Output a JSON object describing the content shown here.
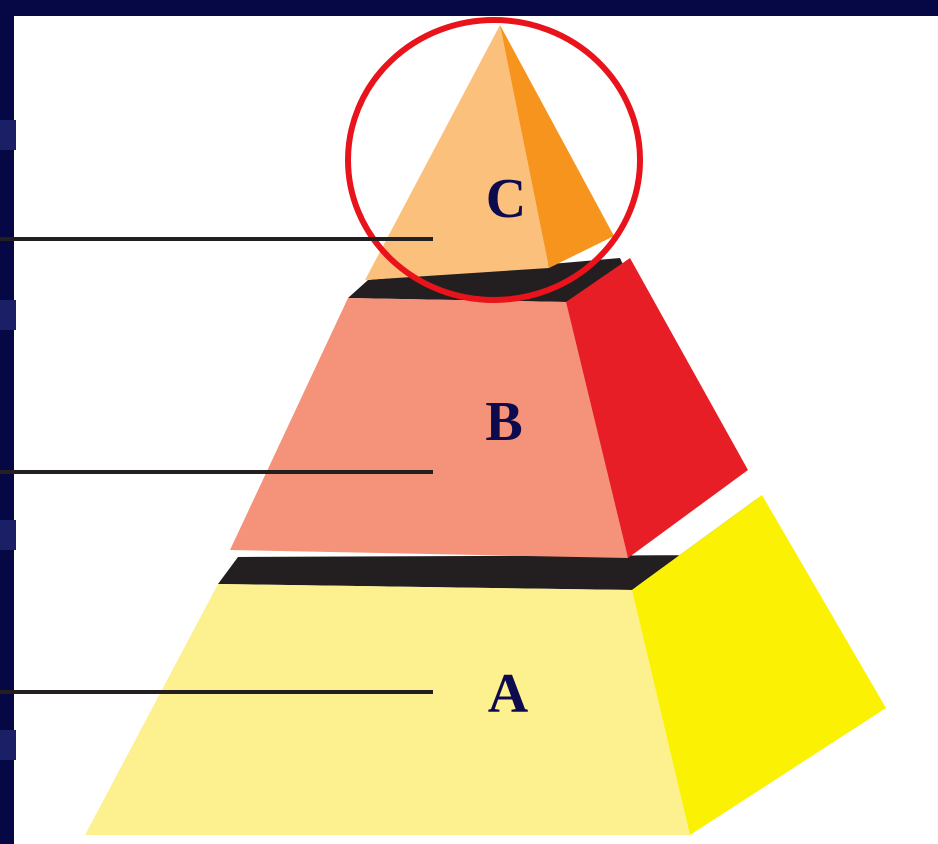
{
  "diagram": {
    "type": "layered-pyramid",
    "tiers": [
      {
        "id": "A",
        "label": "A",
        "front_color": "#FDF08F",
        "side_color": "#FBF103"
      },
      {
        "id": "B",
        "label": "B",
        "front_color": "#F4937A",
        "side_color": "#E81E26"
      },
      {
        "id": "C",
        "label": "C",
        "front_color": "#FCC07D",
        "side_color": "#F7941D"
      }
    ],
    "highlight": {
      "target": "C",
      "color": "#E8131B"
    },
    "label_color": "#0D0B4D",
    "frame_color": "#060845",
    "gap_color": "#231F20"
  }
}
